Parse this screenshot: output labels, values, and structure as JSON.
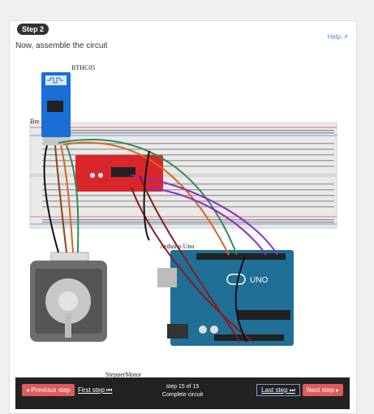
{
  "header": {
    "step_badge": "Step 2",
    "help_label": "Help",
    "instruction": "Now, assemble the circuit"
  },
  "diagram": {
    "bluetooth_label": "BTHC05",
    "breadboard_label": "Bre",
    "arduino_label": "Arduino Uno",
    "arduino_logo": "UNO",
    "motor_label": "StepperMotor"
  },
  "footer": {
    "prev_label": "Previous step",
    "first_label": "First step",
    "step_counter": "step 15 of 15",
    "step_status": "Complete circuit",
    "last_label": "Last step",
    "next_label": "Next step"
  },
  "colors": {
    "accent_red": "#e05a5a",
    "board_teal": "#1f6f96",
    "driver_red": "#d9262c",
    "module_blue": "#1a6fd6"
  }
}
